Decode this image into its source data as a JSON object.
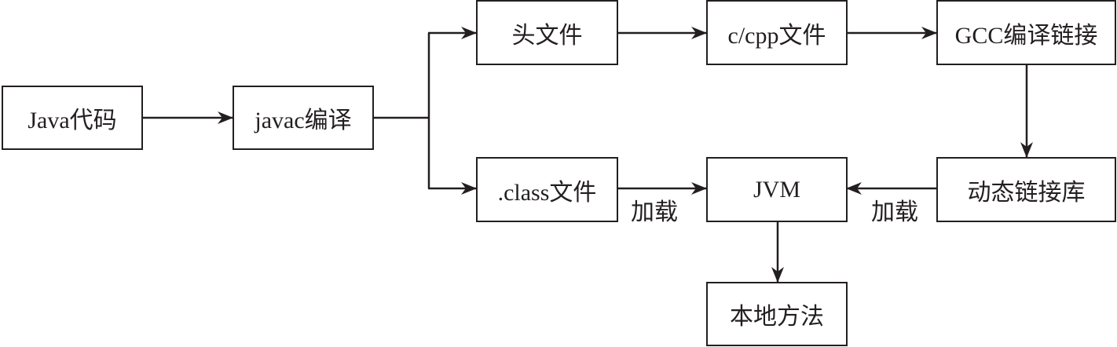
{
  "title": "Java JNI 本地方法调用流程",
  "nodes": {
    "java_code": "Java代码",
    "javac": "javac编译",
    "header": "头文件",
    "cpp": "c/cpp文件",
    "gcc": "GCC编译链接",
    "class_file": ".class文件",
    "jvm": "JVM",
    "dll": "动态链接库",
    "native": "本地方法"
  },
  "edges": [
    {
      "from": "java_code",
      "to": "javac",
      "label": ""
    },
    {
      "from": "javac",
      "to": "header",
      "label": ""
    },
    {
      "from": "javac",
      "to": "class_file",
      "label": ""
    },
    {
      "from": "header",
      "to": "cpp",
      "label": ""
    },
    {
      "from": "cpp",
      "to": "gcc",
      "label": ""
    },
    {
      "from": "gcc",
      "to": "dll",
      "label": ""
    },
    {
      "from": "class_file",
      "to": "jvm",
      "label": "加载"
    },
    {
      "from": "dll",
      "to": "jvm",
      "label": "加载"
    },
    {
      "from": "jvm",
      "to": "native",
      "label": ""
    }
  ],
  "labels": {
    "load_left": "加载",
    "load_right": "加载"
  },
  "colors": {
    "stroke": "#231f20",
    "background": "#ffffff"
  }
}
